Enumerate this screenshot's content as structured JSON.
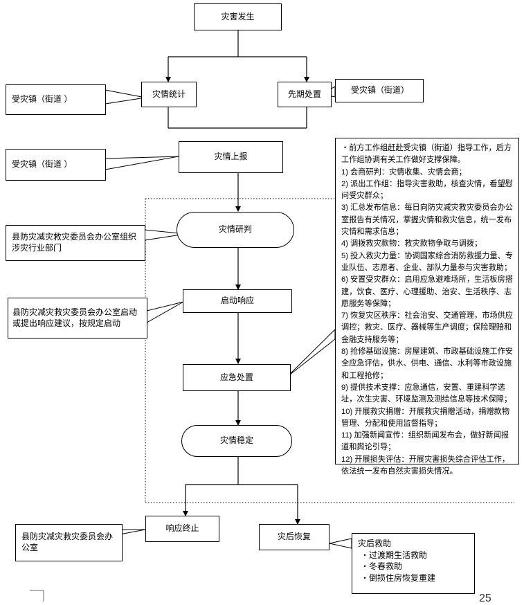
{
  "nodes": {
    "disaster_occurs": "灾害发生",
    "disaster_statistics": "灾情统计",
    "early_response": "先期处置",
    "disaster_report": "灾情上报",
    "disaster_assessment": "灾情研判",
    "launch_response": "启动响应",
    "emergency_handling": "应急处置",
    "disaster_stabilized": "灾情稳定",
    "response_termination": "响应终止",
    "post_disaster_recovery": "灾后恢复"
  },
  "notes": {
    "statistics_actor": "受灾镇（街道 ）",
    "early_actor": "受灾镇（街道）",
    "report_actor": "受灾镇（街道 ）",
    "assessment_actor": "县防灾减灾救灾委员会办公室组织涉灾行业部门",
    "launch_actor": "县防灾减灾救灾委员会办公室启动或提出响应建议，按规定启动",
    "termination_actor": "县防灾减灾救灾委员会办公室"
  },
  "measures": [
    "・前方工作组赶赴受灾镇（街道）指导工作，后方工作组协调有关工作做好支撑保障。",
    "1) 会商研判：灾情收集、灾情会商；",
    "2) 派出工作组：指导灾害救助，核查灾情，看望慰问受灾群众；",
    "3) 汇总发布信息：每日向防灾减灾救灾委员会办公室报告有关情况，掌握灾情和救灾信息，统一发布灾情和需求信息；",
    "4) 调拨救灾款物：救灾款物争取与调拨；",
    "5) 投入救灾力量：协调国家综合消防救援力量、专业队伍、志愿者、企业、部队力量参与灾害救助；",
    "6) 安置受灾群众：启用应急避难场所，生活板房搭建，饮食、医疗、心理援助、治安、生活秩序、志愿服务等保障；",
    "7) 恢复灾区秩序：社会治安、交通管理，市场供应调控；救灾、医疗、器械等生产调度；保险理赔和金融支持服务等；",
    "8) 抢修基础设施：房屋建筑、市政基础设施工作安全应急评估，供水、供电、通信、水利等市政设施和工程抢修；",
    "9) 提供技术支撑：应急通信，安置、重建科学选址，次生灾害、环境监测及测绘信息等技术保障；",
    "10) 开展救灾捐赠：开展救灾捐赠活动，捐赠款物管理、分配和使用监督指导；",
    "11) 加强新闻宣传：组织新闻发布会，做好新闻报道和舆论引导；",
    "12) 开展损失评估：开展灾害损失综合评估工作，依法统一发布自然灾害损失情况。"
  ],
  "aftercare": {
    "title": "灾后救助",
    "items": [
      "过渡期生活救助",
      "冬春救助",
      "倒损住房恢复重建"
    ]
  },
  "page_number": "25"
}
